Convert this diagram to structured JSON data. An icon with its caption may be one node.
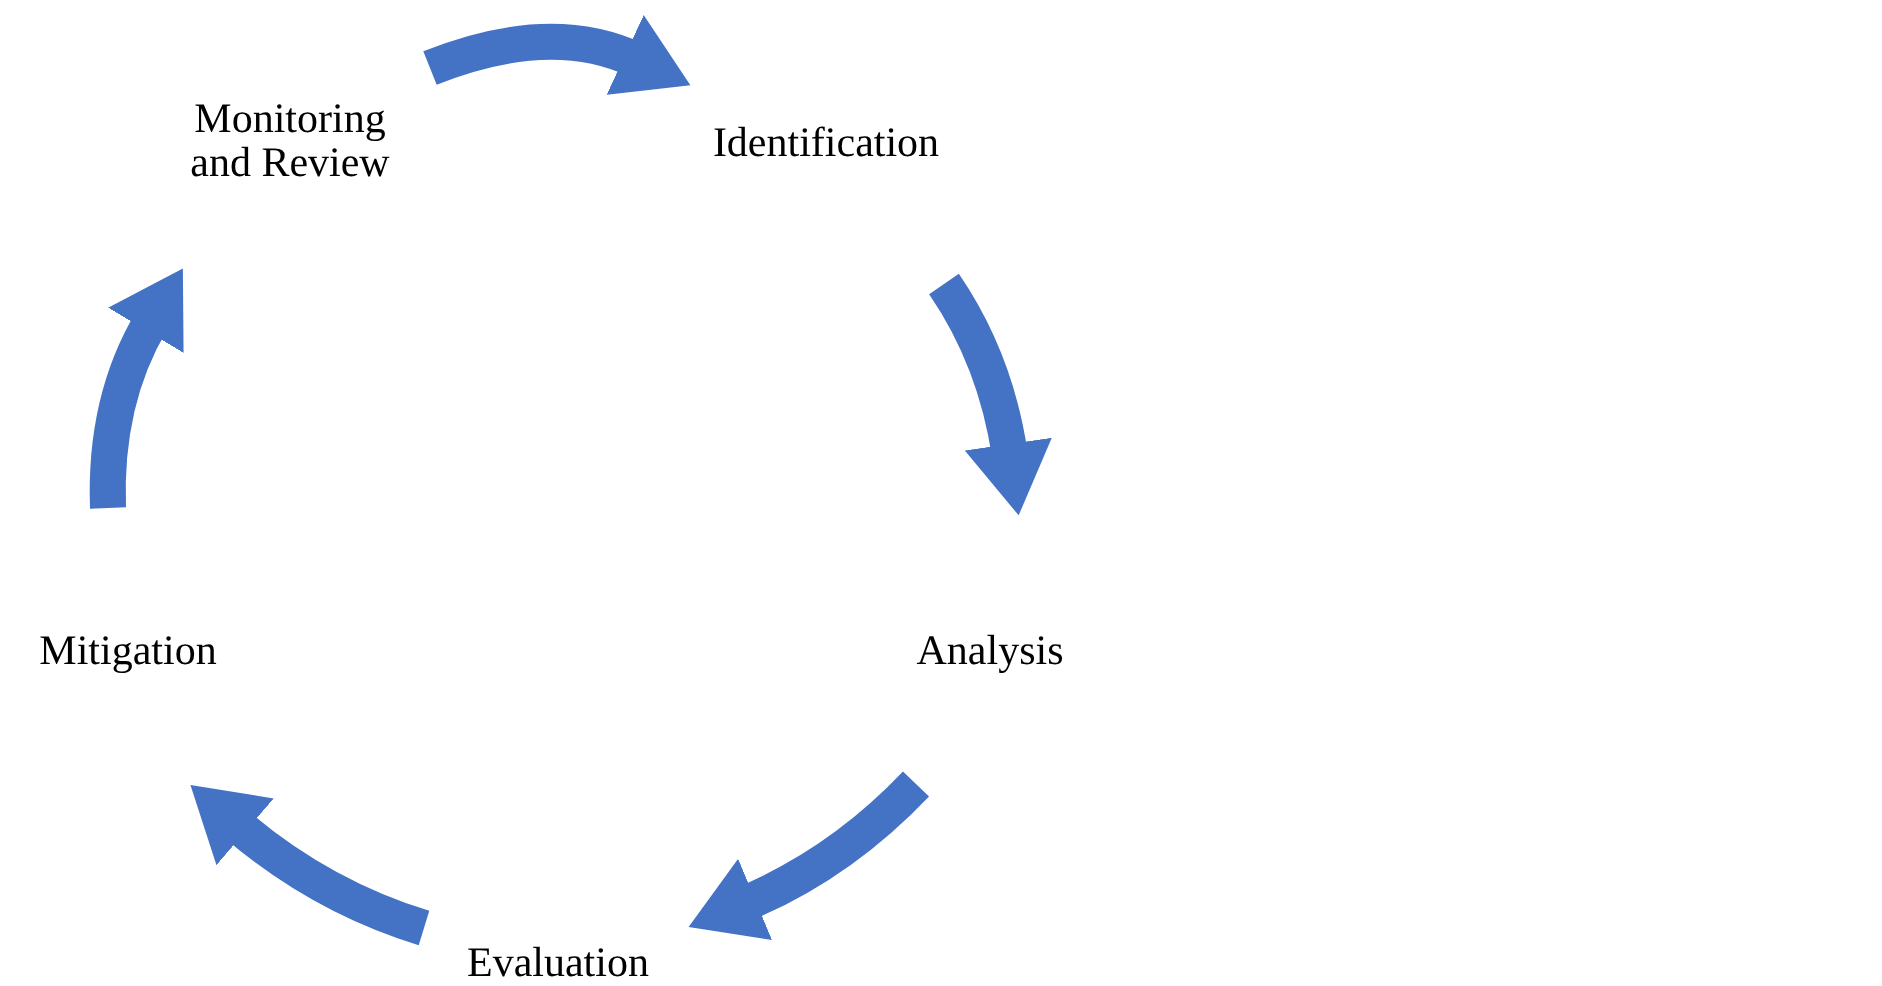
{
  "diagram": {
    "nodes": [
      {
        "text": [
          "Identification"
        ]
      },
      {
        "text": [
          "Analysis"
        ]
      },
      {
        "text": [
          "Evaluation"
        ]
      },
      {
        "text": [
          "Mitigation"
        ]
      },
      {
        "text": [
          "Monitoring and Review"
        ]
      }
    ],
    "edges": [
      {
        "from": 4,
        "to": 0,
        "arrow": "to"
      },
      {
        "from": 0,
        "to": 1,
        "arrow": "to"
      },
      {
        "from": 1,
        "to": 2,
        "arrow": "to"
      },
      {
        "from": 2,
        "to": 3,
        "arrow": "to"
      },
      {
        "from": 3,
        "to": 4,
        "arrow": "to"
      }
    ]
  }
}
